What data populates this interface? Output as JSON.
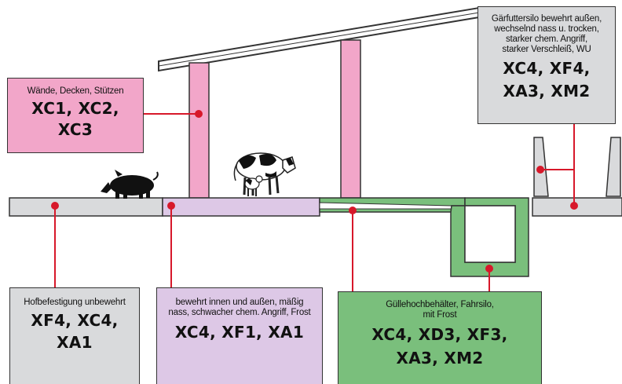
{
  "callouts": {
    "walls": {
      "description": "Wände, Decken, Stützen",
      "classes": [
        "XC1, XC2,",
        "XC3"
      ]
    },
    "silo": {
      "description": [
        "Gärfuttersilo bewehrt außen,",
        "wechselnd nass u. trocken,",
        "starker chem. Angriff,",
        "starker Verschleiß, WU"
      ],
      "classes": [
        "XC4, XF4,",
        "XA3, XM2"
      ]
    },
    "yard": {
      "description": "Hofbefestigung unbewehrt",
      "classes": [
        "XF4, XC4,",
        "XA1"
      ]
    },
    "interior": {
      "description": [
        "bewehrt innen und außen, mäßig",
        "nass, schwacher chem. Angriff, Frost"
      ],
      "classes": [
        "XC4, XF1, XA1"
      ]
    },
    "liquid_manure": {
      "description": [
        "Güllehochbehälter, Fahrsilo,",
        "mit Frost"
      ],
      "classes": [
        "XC4, XD3, XF3,",
        "XA3, XM2"
      ]
    }
  },
  "colors": {
    "pink": "#f2a6c9",
    "pink_dark": "#e98fba",
    "lilac": "#ddc8e6",
    "gray": "#d9dadc",
    "green": "#7abf7c",
    "leader_red": "#d7182a",
    "outline": "#333333"
  },
  "icons": [
    "pig-icon",
    "cow-icon",
    "calf-icon"
  ]
}
